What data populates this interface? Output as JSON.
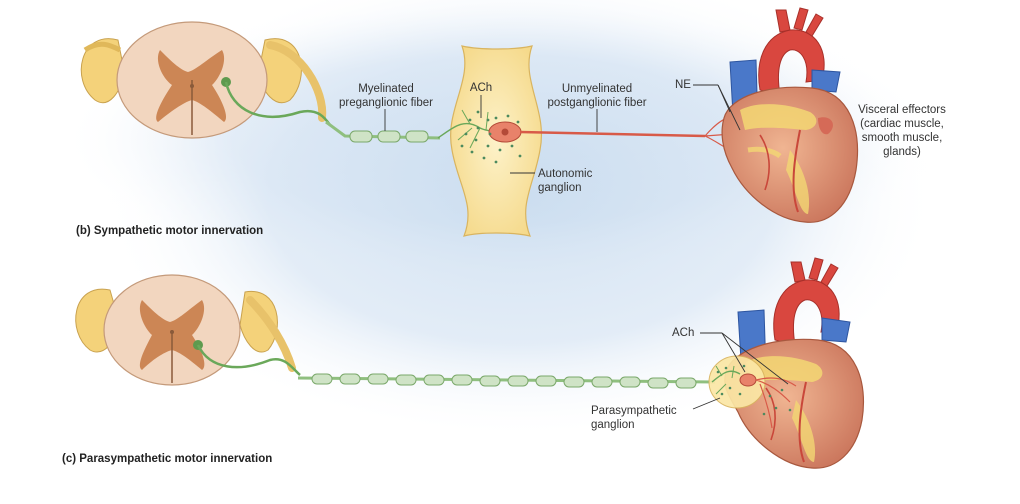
{
  "panels": {
    "sympathetic": {
      "caption": "(b) Sympathetic motor innervation",
      "labels": {
        "myelinated": [
          "Myelinated",
          "preganglionic fiber"
        ],
        "ach": "ACh",
        "unmyelinated": [
          "Unmyelinated",
          "postganglionic fiber"
        ],
        "ne": "NE",
        "autonomic_ganglion": [
          "Autonomic",
          "ganglion"
        ],
        "visceral_effectors": [
          "Visceral effectors",
          "(cardiac muscle,",
          "smooth muscle,",
          "glands)"
        ]
      }
    },
    "parasympathetic": {
      "caption": "(c) Parasympathetic motor innervation",
      "labels": {
        "ach": "ACh",
        "parasympathetic_ganglion": [
          "Parasympathetic",
          "ganglion"
        ]
      }
    }
  },
  "colors": {
    "background_glow": "#d4e4f3",
    "gray_matter": "#c9824f",
    "white_matter": "#f2d6bf",
    "nerve_root": "#f4d27a",
    "ganglion": "#fbe7a5",
    "preganglionic_fiber": "#8fbf7f",
    "postganglionic_fiber": "#d85a48",
    "aorta": "#d9473f",
    "vena_cava": "#4a78c9",
    "heart_muscle": "#e6a07e",
    "coronary_fat": "#f3d773"
  }
}
